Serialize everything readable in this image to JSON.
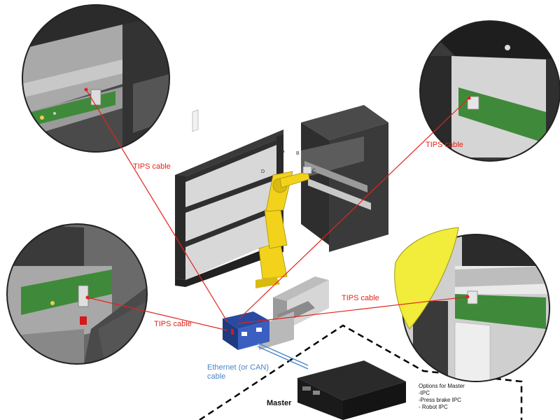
{
  "labels": {
    "tips_cable": "TIPS cable",
    "ethernet_line1": "Ethernet (or CAN)",
    "ethernet_line2": "cable",
    "master": "Master",
    "options_title": "Options for Master",
    "options": [
      "-IPC",
      "-Press brake IPC",
      "- Robot IPC"
    ],
    "letters": [
      "A",
      "B",
      "C",
      "D"
    ]
  },
  "colors": {
    "tips_line": "#e2231a",
    "ethernet_line": "#4a86c8",
    "robot": "#f2d21b",
    "pcb": "#3f8a3a",
    "machine": "#2c2c2c",
    "io_module": "#2a4aa0"
  },
  "icons": [
    "robot-arm-icon",
    "press-brake-icon",
    "tool-rack-icon",
    "io-module-icon",
    "master-pc-icon"
  ]
}
